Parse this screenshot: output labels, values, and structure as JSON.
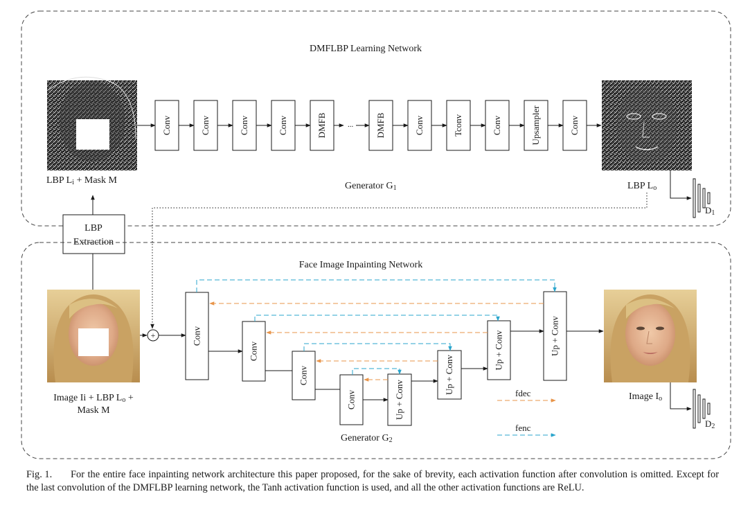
{
  "top_panel": {
    "title": "DMFLBP Learning Network",
    "input_label": {
      "main": "LBP L",
      "sub": "i",
      "rest": " + Mask M"
    },
    "output_label": {
      "main": "LBP L",
      "sub": "o"
    },
    "generator_label": {
      "main": "Generator G",
      "sub": "1"
    },
    "blocks": [
      "Conv",
      "Conv",
      "Conv",
      "Conv",
      "DMFB",
      "DMFB",
      "Conv",
      "Tconv",
      "Conv",
      "Upsampler",
      "Conv"
    ],
    "ellipsis": "...",
    "discriminator_label": {
      "main": "D",
      "sub": "1"
    }
  },
  "lbp_extraction": {
    "line1": "LBP",
    "line2": "Extraction"
  },
  "bottom_panel": {
    "title": "Face Image Inpainting Network",
    "input_label": {
      "line1a": "Image Ii + LBP L",
      "line1sub": "o",
      "line1b": "  +",
      "line2": "Mask M"
    },
    "output_label": {
      "main": "Image I",
      "sub": "o"
    },
    "generator_label": {
      "main": "Generator G",
      "sub": "2"
    },
    "encoder_blocks": [
      "Conv",
      "Conv",
      "Conv",
      "Conv"
    ],
    "decoder_blocks": [
      "Up + Conv",
      "Up + Conv",
      "Up + Conv",
      "Up + Conv"
    ],
    "plus_symbol": "+",
    "legend": [
      {
        "label": "fdec",
        "color": "#e8954a"
      },
      {
        "label": "fenc",
        "color": "#2aa5cc"
      }
    ],
    "discriminator_label": {
      "main": "D",
      "sub": "2"
    }
  },
  "caption": {
    "fig": "Fig. 1.",
    "text": "For the entire face inpainting network architecture this paper proposed, for the sake of brevity, each activation function after convolution is omitted. Except for the last convolution of the DMFLBP learning network, the Tanh activation function is used, and all the other activation functions are ReLU."
  },
  "colors": {
    "fdec": "#e8954a",
    "fenc": "#2aa5cc",
    "line": "#1a1a1a"
  }
}
